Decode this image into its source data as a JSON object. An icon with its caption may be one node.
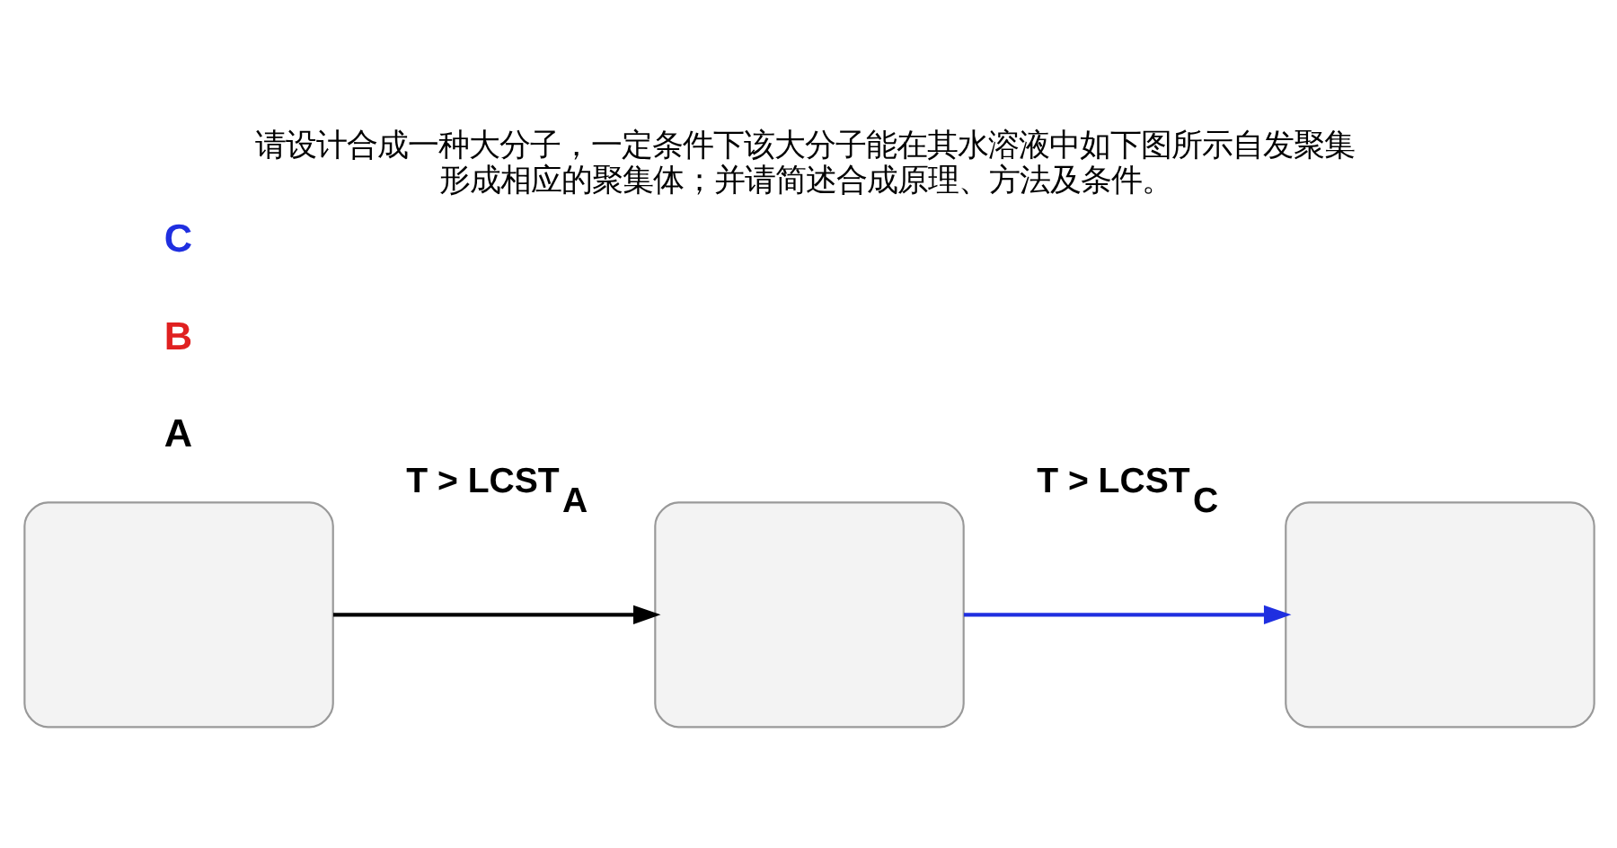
{
  "diagram": {
    "title": "请设计合成一种大分子，一定条件下该大分子能在其水溶液中如下图所示自发聚集形成相应的聚集体；并请简述合成原理、方法及条件。",
    "nodes": [
      {
        "text": [],
        "shape": "box"
      },
      {
        "text": [],
        "shape": "box"
      },
      {
        "text": [],
        "shape": "box"
      }
    ],
    "edges": [
      {
        "from": 0,
        "to": 1,
        "arrow": "to",
        "label": "T > LCST$_{A}$"
      },
      {
        "from": 1,
        "to": 2,
        "arrow": "to",
        "label": "T > LCST$_{C}$",
        "color": "#1f2fe0"
      }
    ],
    "labels": [
      "A",
      "B",
      "C"
    ]
  }
}
